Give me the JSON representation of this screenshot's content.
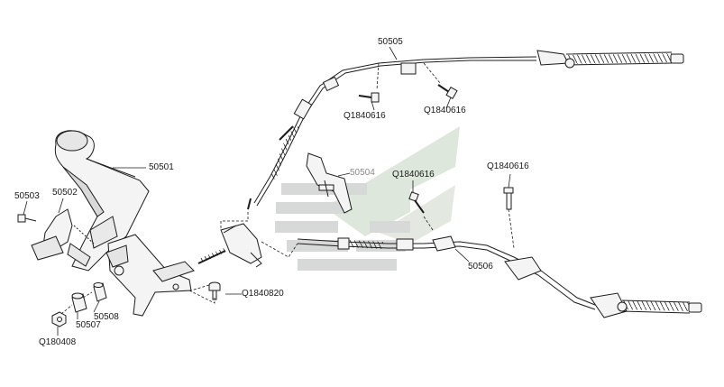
{
  "diagram": {
    "callouts": {
      "p50501": "50501",
      "p50502": "50502",
      "p50503": "50503",
      "p50504": "50504",
      "p50505": "50505",
      "p50506": "50506",
      "p50507": "50507",
      "p50508": "50508",
      "q180408": "Q180408",
      "q1840820": "Q1840820",
      "q1840616_a": "Q1840616",
      "q1840616_b": "Q1840616",
      "q1840616_c": "Q1840616",
      "q1840616_d": "Q1840616"
    },
    "colors": {
      "line": "#1c1c1c",
      "part_fill": "#f4f4f4",
      "shade": "#c8c8c8",
      "watermark_green": "#d9e3d6",
      "watermark_grey": "#cfd3d2"
    }
  }
}
